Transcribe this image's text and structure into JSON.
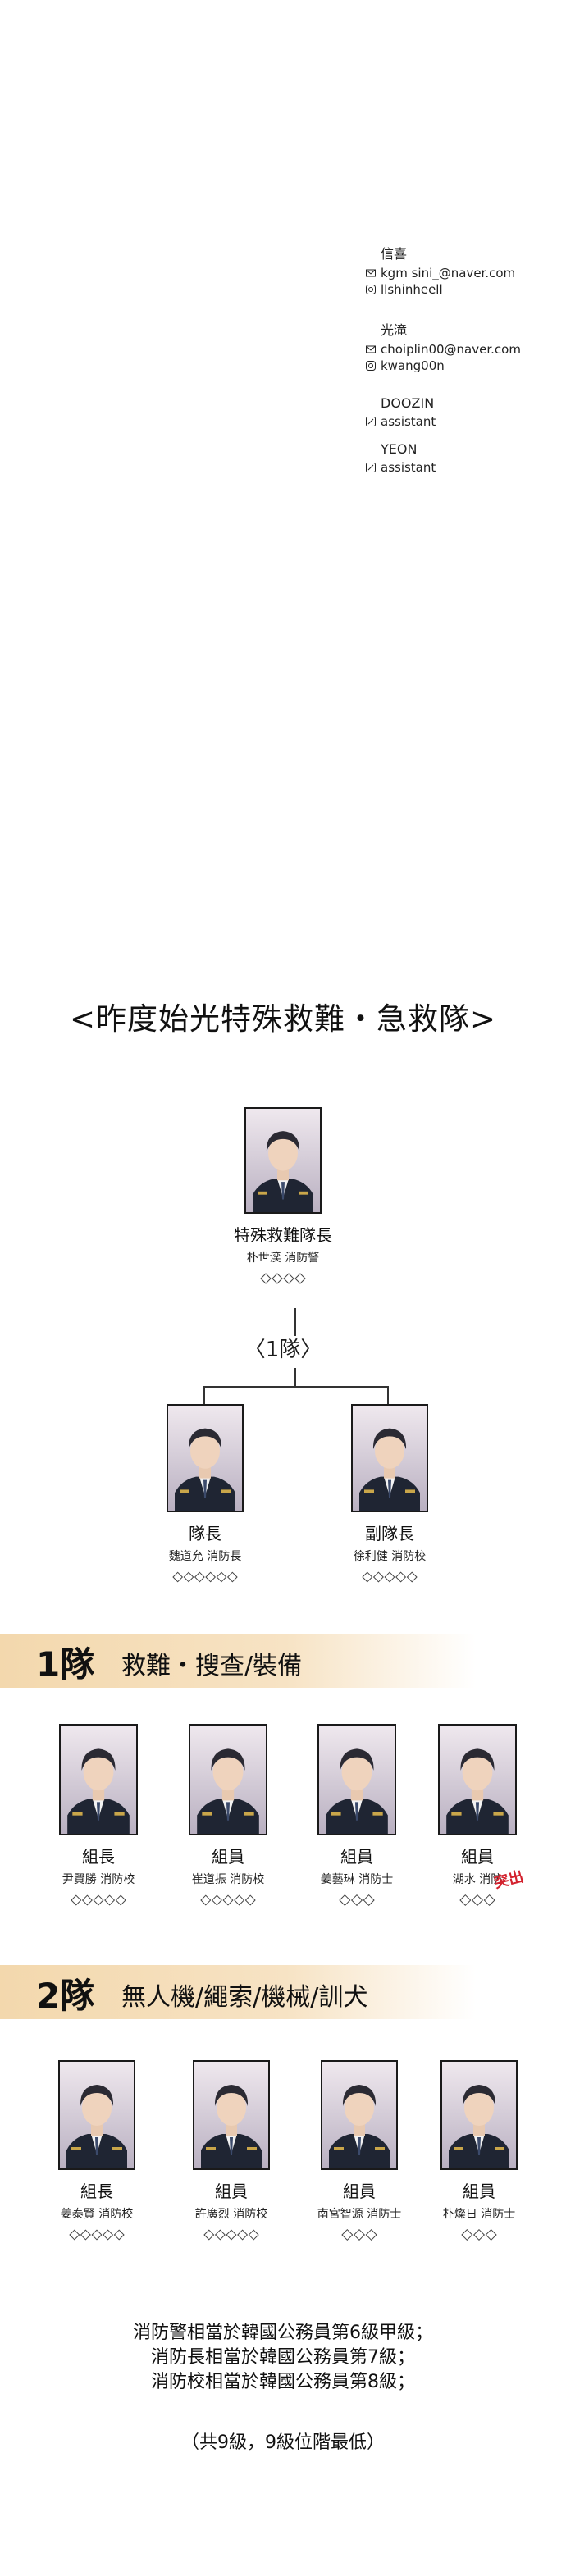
{
  "credits": [
    {
      "name": "信喜",
      "lines": [
        {
          "icon": "mail-icon",
          "text": "kgm sini_@naver.com"
        },
        {
          "icon": "instagram-icon",
          "text": "llshinheell"
        }
      ]
    },
    {
      "name": "光滝",
      "lines": [
        {
          "icon": "mail-icon",
          "text": "choiplin00@naver.com"
        },
        {
          "icon": "instagram-icon",
          "text": "kwang00n"
        }
      ]
    },
    {
      "name": "DOOZIN",
      "lines": [
        {
          "icon": "pen-icon",
          "text": "assistant"
        }
      ]
    },
    {
      "name": "YEON",
      "lines": [
        {
          "icon": "pen-icon",
          "text": "assistant"
        }
      ]
    }
  ],
  "title": "<昨度始光特殊救難・急救隊>",
  "chief": {
    "role": "特殊救難隊長",
    "sub": "朴世湙 消防警"
  },
  "team1_label": "〈1隊〉",
  "team1_leads": [
    {
      "role": "隊長",
      "sub": "魏道允 消防長"
    },
    {
      "role": "副隊長",
      "sub": "徐利健 消防校"
    }
  ],
  "banner1": {
    "num": "1隊",
    "text": "救難・搜查/裝備"
  },
  "team1_members": [
    {
      "role": "組長",
      "sub": "尹賢勝 消防校"
    },
    {
      "role": "組員",
      "sub": "崔道振 消防校"
    },
    {
      "role": "組員",
      "sub": "姜藝琳 消防士"
    },
    {
      "role": "組員",
      "sub": "湖水 消防"
    }
  ],
  "stamp": "突出",
  "banner2": {
    "num": "2隊",
    "text": "無人機/繩索/機械/訓犬"
  },
  "team2_members": [
    {
      "role": "組長",
      "sub": "姜泰賢 消防校"
    },
    {
      "role": "組員",
      "sub": "許廣烈 消防校"
    },
    {
      "role": "組員",
      "sub": "南宮智源 消防士"
    },
    {
      "role": "組員",
      "sub": "朴燦日 消防士"
    }
  ],
  "note_lines": [
    "消防警相當於韓國公務員第6級甲級；",
    "消防長相當於韓國公務員第7級；",
    "消防校相當於韓國公務員第8級；"
  ],
  "note_footer": "（共9級，9級位階最低）",
  "colors": {
    "banner": "#f3d8ad",
    "uniform": "#1f2533",
    "hair": "#2b2a33"
  }
}
